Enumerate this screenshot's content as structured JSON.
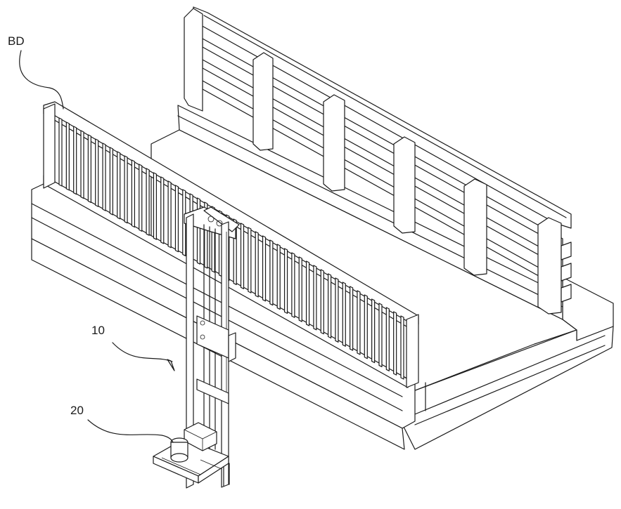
{
  "figure": {
    "labels": {
      "bridge": "BD",
      "device": "10",
      "unit": "20"
    }
  }
}
